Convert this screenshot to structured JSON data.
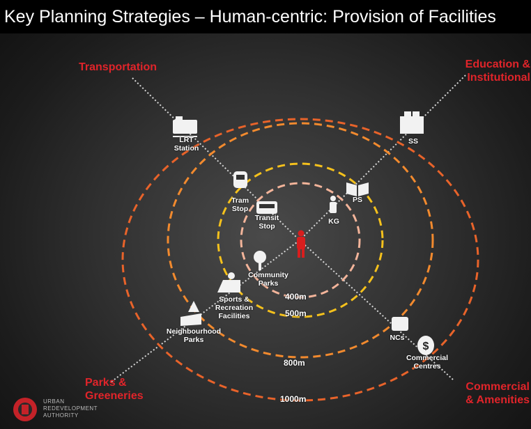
{
  "title": "Key Planning Strategies – Human-centric: Provision of Facilities",
  "categories": {
    "transportation": "Transportation",
    "education": "Education &\nInstitutional",
    "parks": "Parks &\nGreeneries",
    "commercial": "Commercial\n& Amenities"
  },
  "distances": {
    "d400": "400m",
    "d500": "500m",
    "d800": "800m",
    "d1000": "1000m"
  },
  "facilities": {
    "lrt": "LRT\nStation",
    "tram": "Tram\nStop",
    "transit": "Transit\nStop",
    "kg": "KG",
    "ps": "PS",
    "ss": "SS",
    "community_parks": "Community\nParks",
    "sports": "Sports &\nRecreation\nFacilities",
    "neighbourhood_parks": "Neighbourhood\nParks",
    "ncs": "NCs",
    "commercial_centres": "Commercial\nCentres"
  },
  "logo": {
    "text": "URBAN\nREDEVELOPMENT\nAUTHORITY"
  },
  "colors": {
    "ring_1000": "#e8632a",
    "ring_800": "#f28a2e",
    "ring_500": "#f5c11c",
    "ring_400": "#f3b49a",
    "category": "#e0242a",
    "person": "#d81e1e"
  }
}
